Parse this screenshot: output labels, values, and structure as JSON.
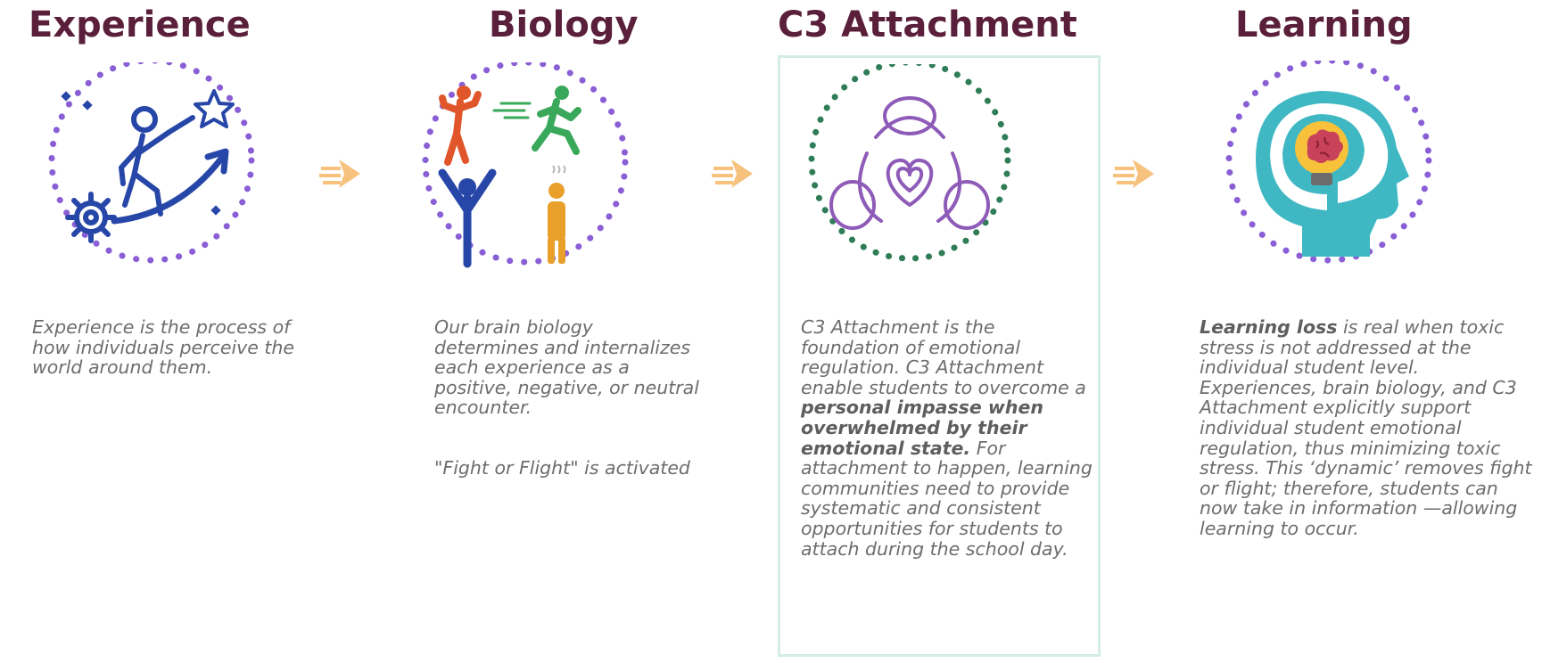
{
  "columns": [
    {
      "title": "Experience",
      "description": "Experience is the process of how individuals perceive the world around them."
    },
    {
      "title": "Biology",
      "description": "Our brain biology determines and internalizes each experience as a positive, negative, or neutral encounter.",
      "note": "\"Fight or Flight\" is activated"
    },
    {
      "title": "C3 Attachment",
      "description_start": "C3 Attachment is the foundation of emotional regulation. C3 Attachment enable students to overcome a ",
      "description_bold": "personal impasse when overwhelmed by their emotional state.",
      "description_end": " For attachment to happen, learning communities need to provide systematic and consistent opportunities for students to attach during the school day."
    },
    {
      "title": "Learning",
      "description_bold": "Learning loss",
      "description_end": " is real when toxic stress is not addressed at the individual student level. Experiences, brain biology, and C3 Attachment explicitly support individual student emotional regulation, thus minimizing toxic stress. This ‘dynamic’ removes fight or flight; therefore, students can now take in information —allowing learning to occur."
    }
  ],
  "colors": {
    "title": "#5a1f3a",
    "text": "#6d6d6d",
    "dots_purple": "#8a5fd6",
    "dots_green": "#2f7d57",
    "arrow": "#f6c27d",
    "experience_icon": "#2747a8",
    "attachment_icon": "#8e5bb8",
    "head": "#3fb8c4",
    "box": "#d3ece6"
  },
  "icons": [
    "experience-icon",
    "biology-figures-icon",
    "attachment-icon",
    "learning-head-icon",
    "arrow-right-icon"
  ]
}
